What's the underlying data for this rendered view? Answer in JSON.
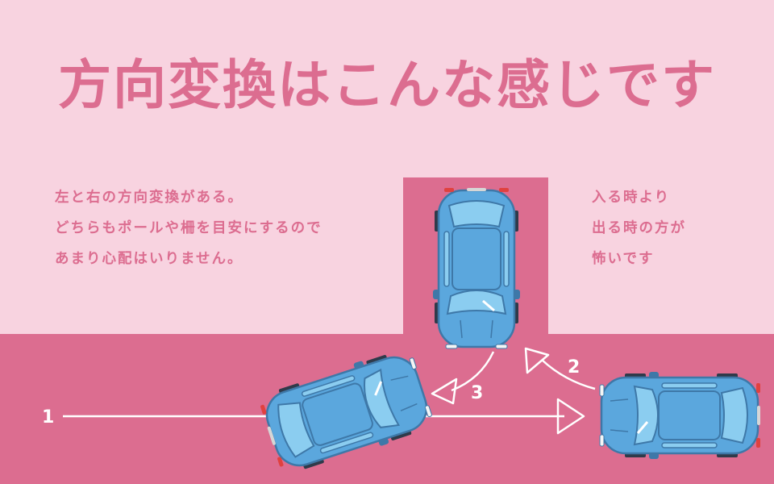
{
  "title": "方向変換はこんな感じです",
  "left_note": [
    "左と右の方向変換がある。",
    "どちらもポールや柵を目安にするので",
    "あまり心配はいりません。"
  ],
  "right_note": [
    "入る時より",
    "出る時の方が",
    "怖いです"
  ],
  "steps": [
    "1",
    "2",
    "3"
  ],
  "colors": {
    "background": "#f8d3e0",
    "road": "#dc6d90",
    "text": "#dc6d90",
    "car": "#5ba7dd",
    "arrow": "#ffffff"
  }
}
